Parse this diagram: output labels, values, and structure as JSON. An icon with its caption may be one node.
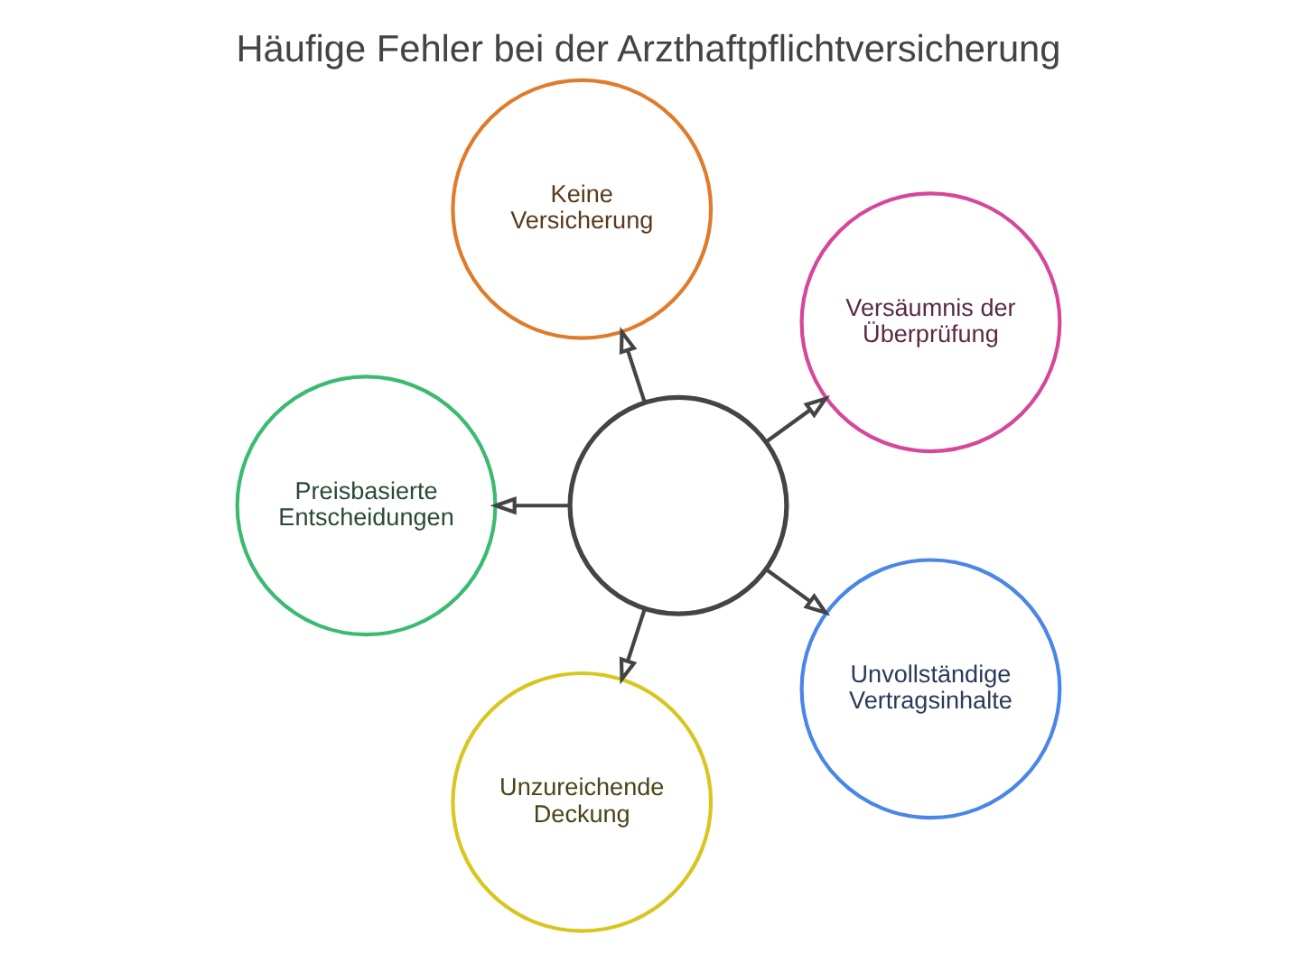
{
  "diagram": {
    "title": "Häufige Fehler bei der Arzthaftpflichtversicherung",
    "nodes": [
      {
        "text": [],
        "shape": "circle"
      },
      {
        "text": [
          "Versäumnis der Überprüfung"
        ]
      },
      {
        "text": [
          "Keine Versicherung"
        ]
      },
      {
        "text": [
          "Preisbasierte Entscheidungen"
        ]
      },
      {
        "text": [
          "Unzureichende Deckung"
        ]
      },
      {
        "text": [
          "Unvollständige Vertragsinhalte"
        ]
      }
    ],
    "edges": [
      {
        "from": 0,
        "to": 1,
        "arrow": "to"
      },
      {
        "from": 0,
        "to": 2,
        "arrow": "to"
      },
      {
        "from": 0,
        "to": 3,
        "arrow": "to"
      },
      {
        "from": 0,
        "to": 4,
        "arrow": "to"
      },
      {
        "from": 0,
        "to": 5,
        "arrow": "to"
      }
    ]
  }
}
